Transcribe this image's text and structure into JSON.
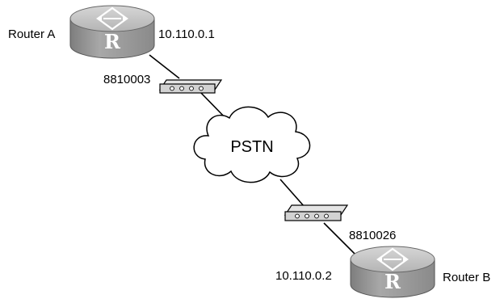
{
  "routers": [
    {
      "name": "Router A",
      "ip": "10.110.0.1",
      "logo": "R"
    },
    {
      "name": "Router B",
      "ip": "10.110.0.2",
      "logo": "R"
    }
  ],
  "modems": [
    {
      "number": "8810003"
    },
    {
      "number": "8810026"
    }
  ],
  "network": {
    "label": "PSTN"
  },
  "colors": {
    "router_body": "#9a9a9a",
    "router_top": "#c4c4c4",
    "modem_body": "#d8d8d8",
    "line": "#000000"
  }
}
